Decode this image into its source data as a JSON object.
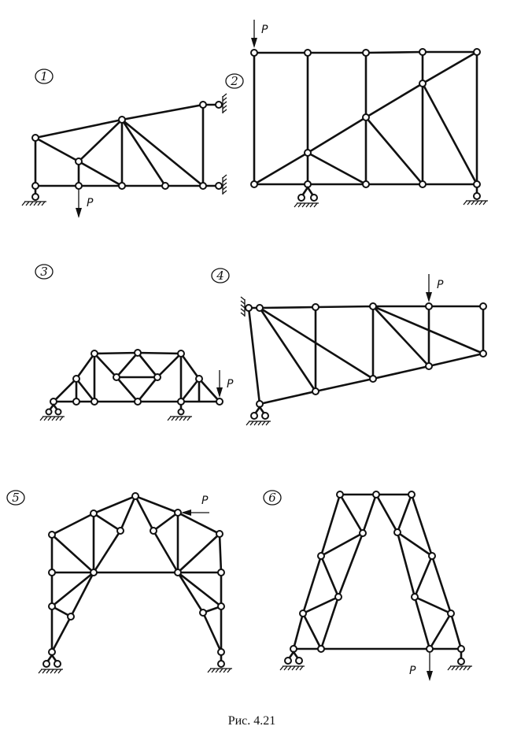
{
  "caption": "Рис. 4.21",
  "diagrams": [
    {
      "number": "1",
      "load": "P"
    },
    {
      "number": "2",
      "load": "P"
    },
    {
      "number": "3",
      "load": "P"
    },
    {
      "number": "4",
      "load": "P"
    },
    {
      "number": "5",
      "load": "P"
    },
    {
      "number": "6",
      "load": "P"
    }
  ]
}
